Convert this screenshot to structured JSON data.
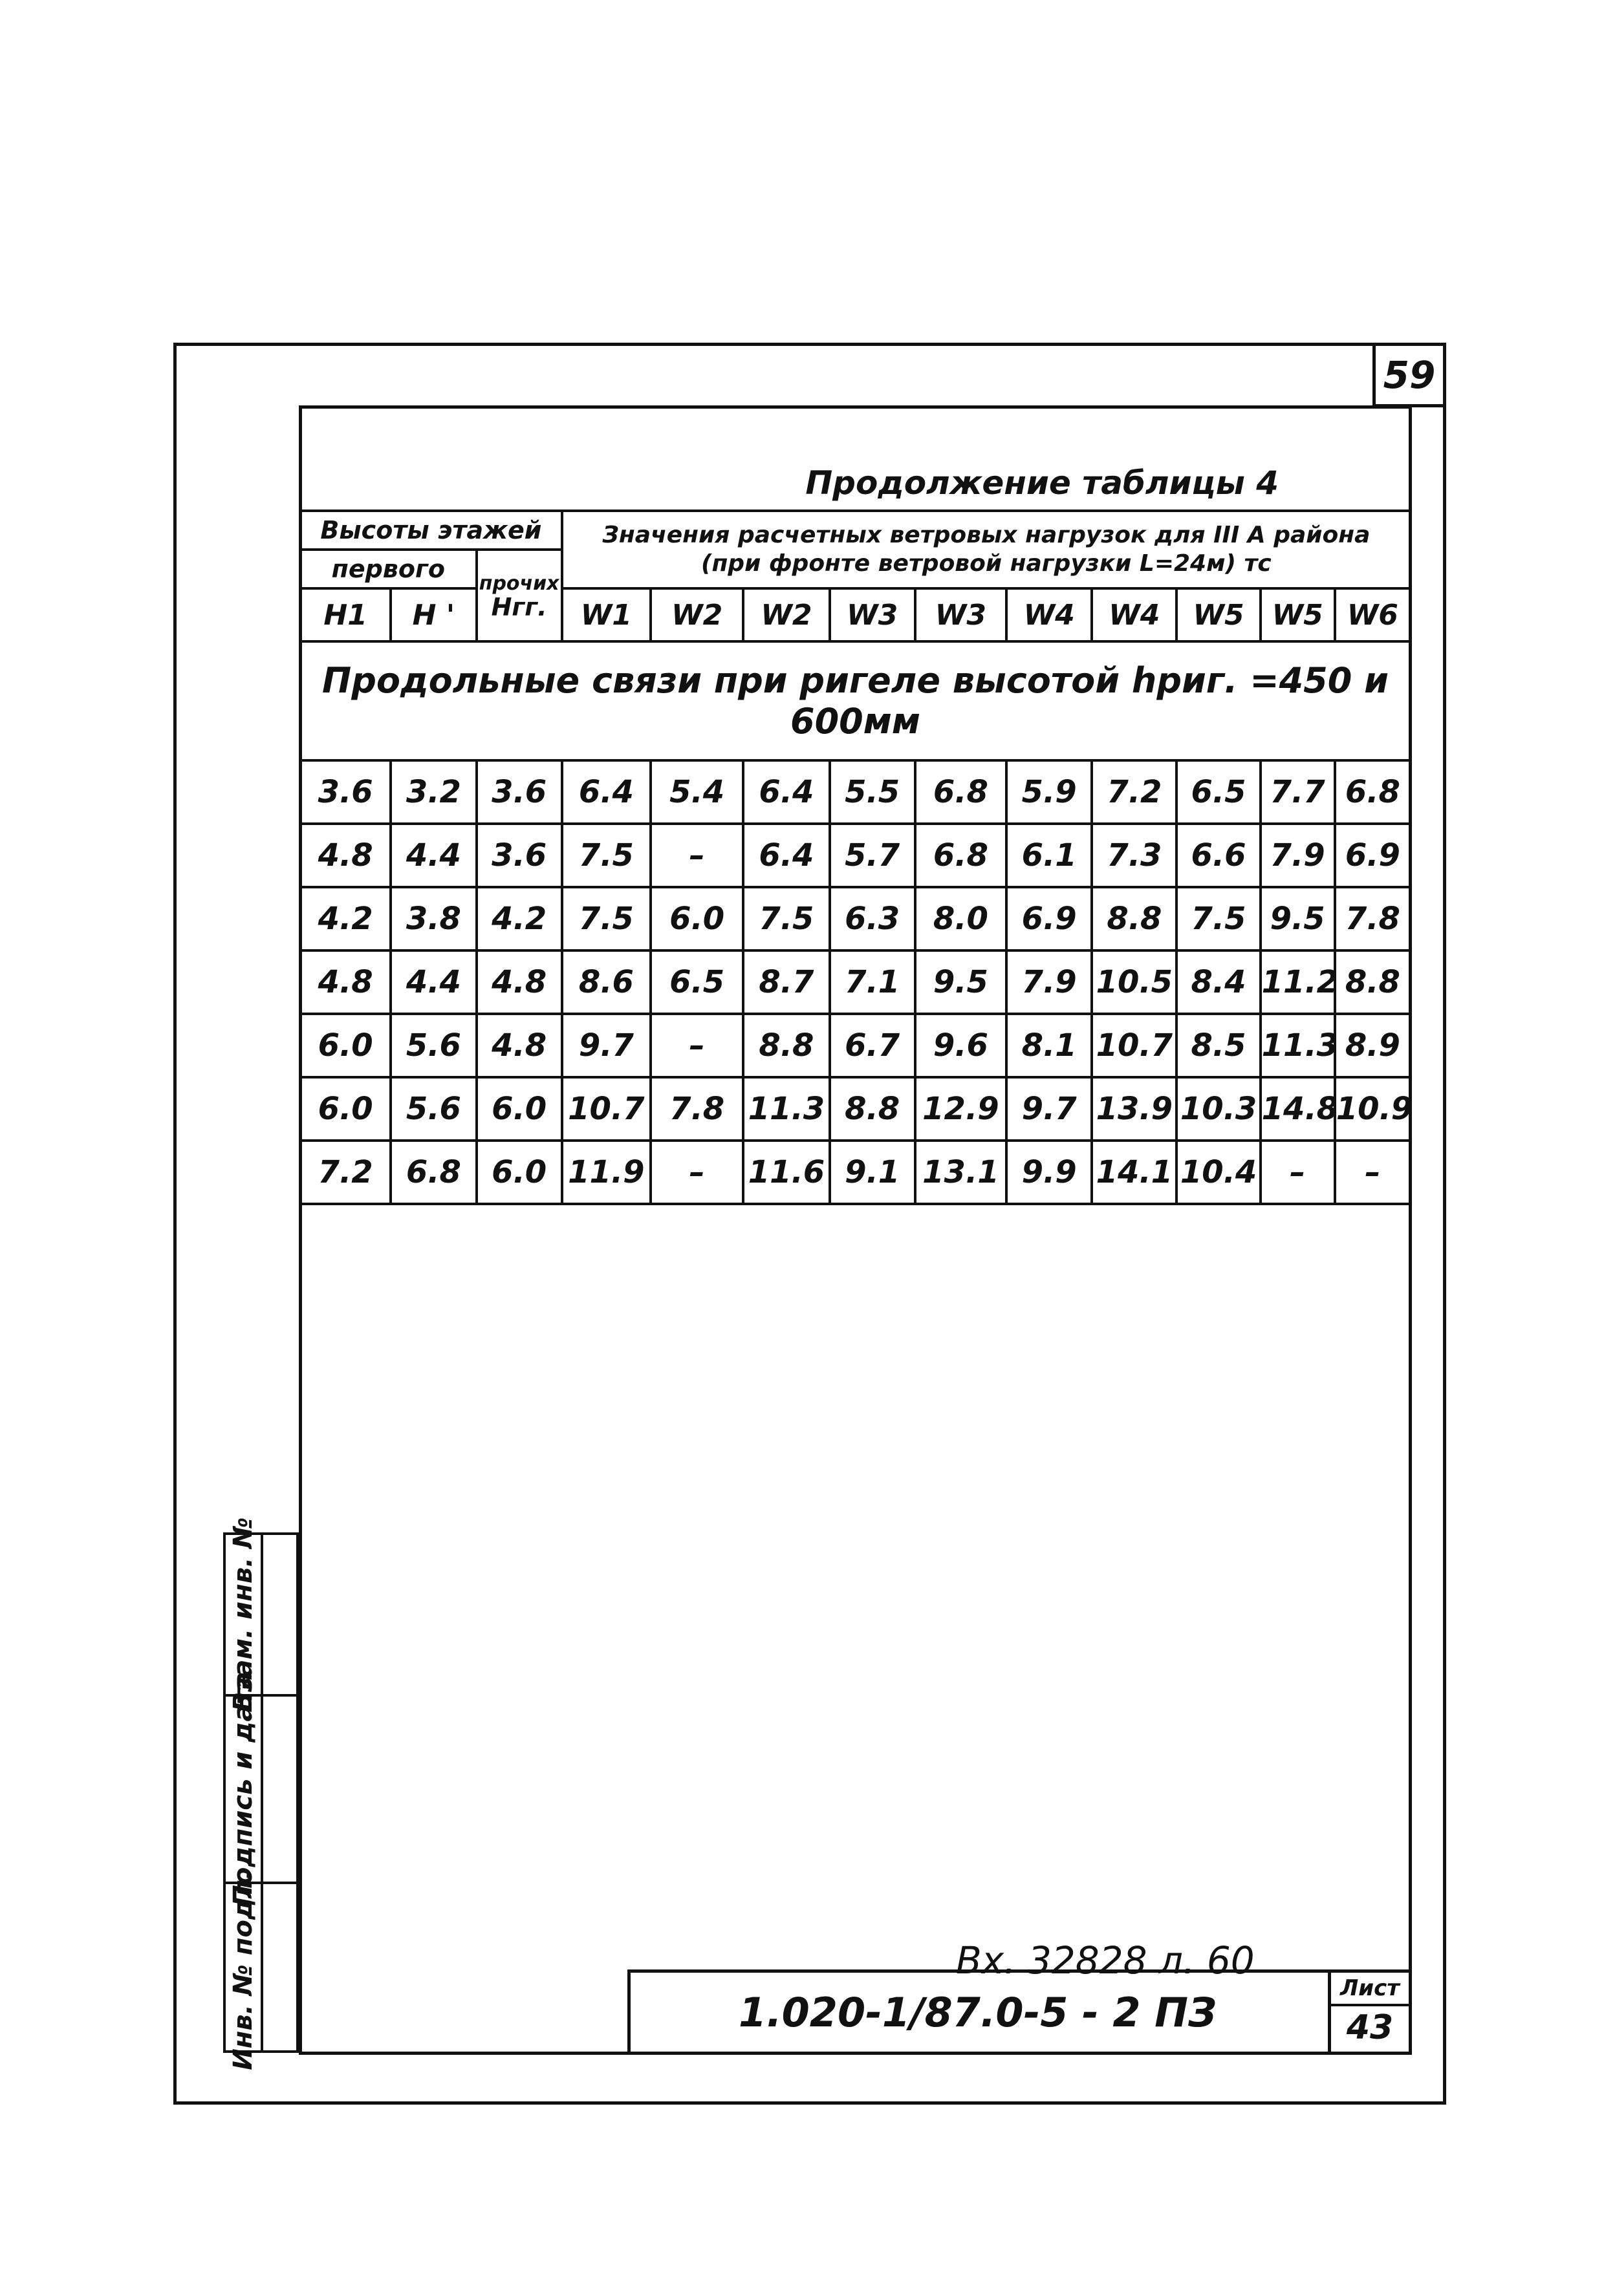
{
  "sheet_number": "59",
  "caption": "Продолжение таблицы 4",
  "header": {
    "heights_group": "Высоты этажей",
    "first_floor": "первого",
    "other_floors": "прочих",
    "col_h1": "H1",
    "col_h": "H '",
    "col_hfl": "Hгг.",
    "loads_group_line1": "Значения расчетных ветровых нагрузок для III А района",
    "loads_group_line2": "(при фронте ветровой нагрузки L=24м) тс",
    "load_cols": [
      "W1",
      "W2",
      "W2",
      "W3",
      "W3",
      "W4",
      "W4",
      "W5",
      "W5",
      "W6"
    ]
  },
  "section_title": "Продольные связи при ригеле высотой hриг. =450 и 600мм",
  "rows": [
    [
      "3.6",
      "3.2",
      "3.6",
      "6.4",
      "5.4",
      "6.4",
      "5.5",
      "6.8",
      "5.9",
      "7.2",
      "6.5",
      "7.7",
      "6.8"
    ],
    [
      "4.8",
      "4.4",
      "3.6",
      "7.5",
      "–",
      "6.4",
      "5.7",
      "6.8",
      "6.1",
      "7.3",
      "6.6",
      "7.9",
      "6.9"
    ],
    [
      "4.2",
      "3.8",
      "4.2",
      "7.5",
      "6.0",
      "7.5",
      "6.3",
      "8.0",
      "6.9",
      "8.8",
      "7.5",
      "9.5",
      "7.8"
    ],
    [
      "4.8",
      "4.4",
      "4.8",
      "8.6",
      "6.5",
      "8.7",
      "7.1",
      "9.5",
      "7.9",
      "10.5",
      "8.4",
      "11.2",
      "8.8"
    ],
    [
      "6.0",
      "5.6",
      "4.8",
      "9.7",
      "–",
      "8.8",
      "6.7",
      "9.6",
      "8.1",
      "10.7",
      "8.5",
      "11.3",
      "8.9"
    ],
    [
      "6.0",
      "5.6",
      "6.0",
      "10.7",
      "7.8",
      "11.3",
      "8.8",
      "12.9",
      "9.7",
      "13.9",
      "10.3",
      "14.8",
      "10.9"
    ],
    [
      "7.2",
      "6.8",
      "6.0",
      "11.9",
      "–",
      "11.6",
      "9.1",
      "13.1",
      "9.9",
      "14.1",
      "10.4",
      "–",
      "–"
    ]
  ],
  "sidebar": {
    "col1": [
      "Инв. № подл.",
      "Подпись и дата",
      "Взам. инв. №"
    ],
    "col2": [
      "",
      "",
      ""
    ]
  },
  "stamp": "Вх. 32828 л. 60",
  "title_block": {
    "code": "1.020-1/87.0-5 - 2 ПЗ",
    "sheet_label": "Лист",
    "sheet_num": "43"
  }
}
